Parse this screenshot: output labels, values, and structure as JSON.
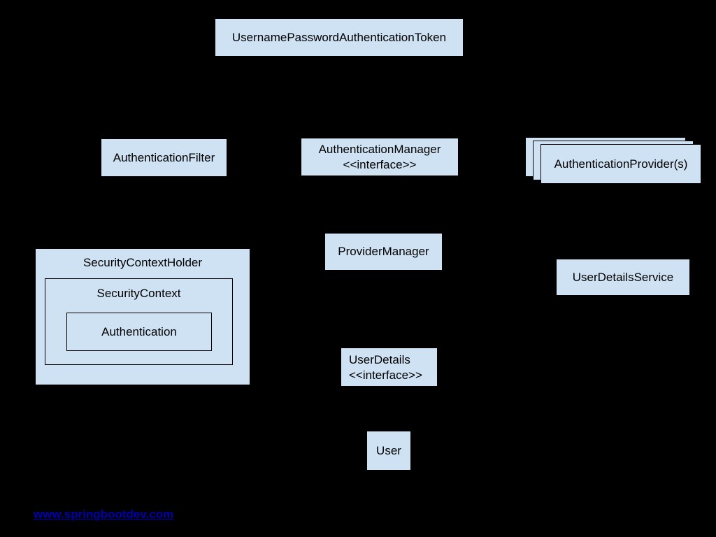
{
  "diagram": {
    "title_hint": "Spring Security authentication architecture",
    "colors": {
      "background": "#000000",
      "node_fill": "#cfe2f3",
      "node_border": "#000000",
      "node_text": "#000000",
      "link_color": "#0000b0"
    },
    "nodes": {
      "token": {
        "label": "UsernamePasswordAuthenticationToken"
      },
      "filter": {
        "label": "AuthenticationFilter"
      },
      "auth_manager": {
        "label": "AuthenticationManager",
        "stereotype": "<<interface>>"
      },
      "provider": {
        "label": "AuthenticationProvider(s)",
        "stacked": "3 layers"
      },
      "provider_manager": {
        "label": "ProviderManager"
      },
      "security_context_holder": {
        "label": "SecurityContextHolder"
      },
      "security_context": {
        "label": "SecurityContext"
      },
      "authentication": {
        "label": "Authentication"
      },
      "user_details_service": {
        "label": "UserDetailsService"
      },
      "user_details": {
        "label": "UserDetails",
        "stereotype": "<<interface>>"
      },
      "user": {
        "label": "User"
      }
    },
    "footer": {
      "link": {
        "label": "www.springbootdev.com"
      }
    }
  }
}
